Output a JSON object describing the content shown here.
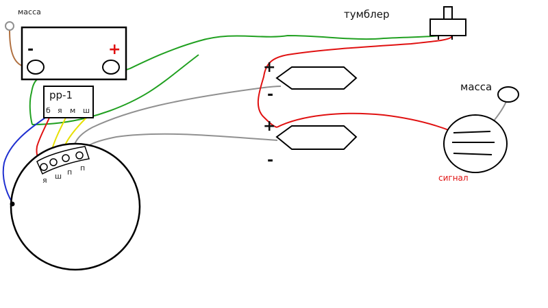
{
  "labels": {
    "ground_top_left": "масса",
    "toggle_switch": "тумблер",
    "ground_right": "масса",
    "signal": "сигнал",
    "regulator": "рр-1",
    "battery_minus": "-",
    "battery_plus": "+",
    "horn1_plus": "+",
    "horn1_minus": "-",
    "horn2_plus": "+",
    "horn2_minus": "-"
  },
  "regulator_terminals": [
    "б",
    "я",
    "м",
    "ш"
  ],
  "generator_terminals": [
    "я",
    "ш",
    "п",
    "п"
  ],
  "colors": {
    "outline": "#000000",
    "brown_wire": "#b07040",
    "green_wire": "#20a020",
    "gray_wire": "#909090",
    "red_wire": "#e01010",
    "yellow_wire": "#e8e000",
    "blue_wire": "#2030d0",
    "battery_plus_sign": "#e01010",
    "signal_text": "#e01010",
    "ground_terminal": "#909090"
  }
}
